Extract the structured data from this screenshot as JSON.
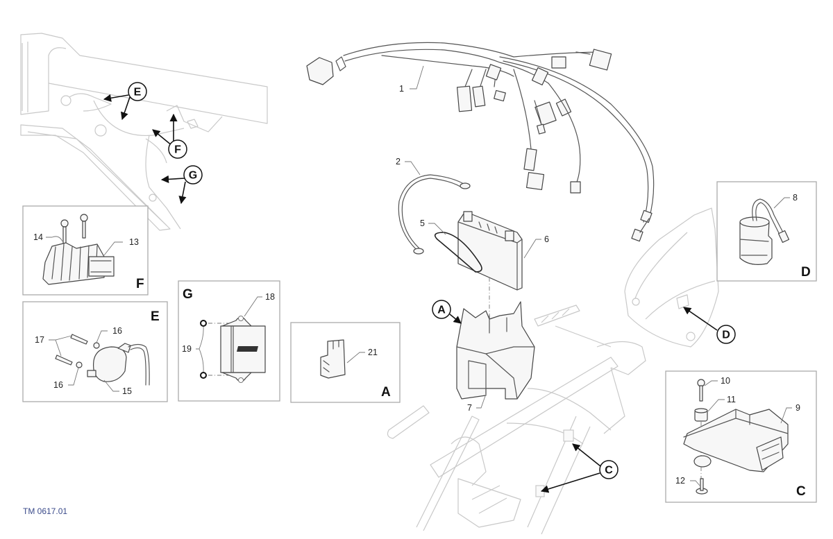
{
  "document_code": "TM 0617.01",
  "callouts": {
    "c1": "1",
    "c2": "2",
    "c5": "5",
    "c6": "6",
    "c7": "7",
    "c8": "8",
    "c9": "9",
    "c10": "10",
    "c11": "11",
    "c12": "12",
    "c13": "13",
    "c14": "14",
    "c15": "15",
    "c16a": "16",
    "c16b": "16",
    "c17": "17",
    "c18": "18",
    "c19": "19",
    "c21": "21"
  },
  "reference_markers": {
    "E": "E",
    "F": "F",
    "G": "G",
    "A": "A",
    "C": "C",
    "D": "D"
  },
  "panels": {
    "F": {
      "letter": "F",
      "parts": [
        "13",
        "14"
      ]
    },
    "E": {
      "letter": "E",
      "parts": [
        "15",
        "16",
        "17"
      ]
    },
    "G": {
      "letter": "G",
      "parts": [
        "18",
        "19"
      ]
    },
    "A": {
      "letter": "A",
      "parts": [
        "21"
      ]
    },
    "D": {
      "letter": "D",
      "parts": [
        "8"
      ]
    },
    "C": {
      "letter": "C",
      "parts": [
        "9",
        "10",
        "11",
        "12"
      ]
    }
  }
}
